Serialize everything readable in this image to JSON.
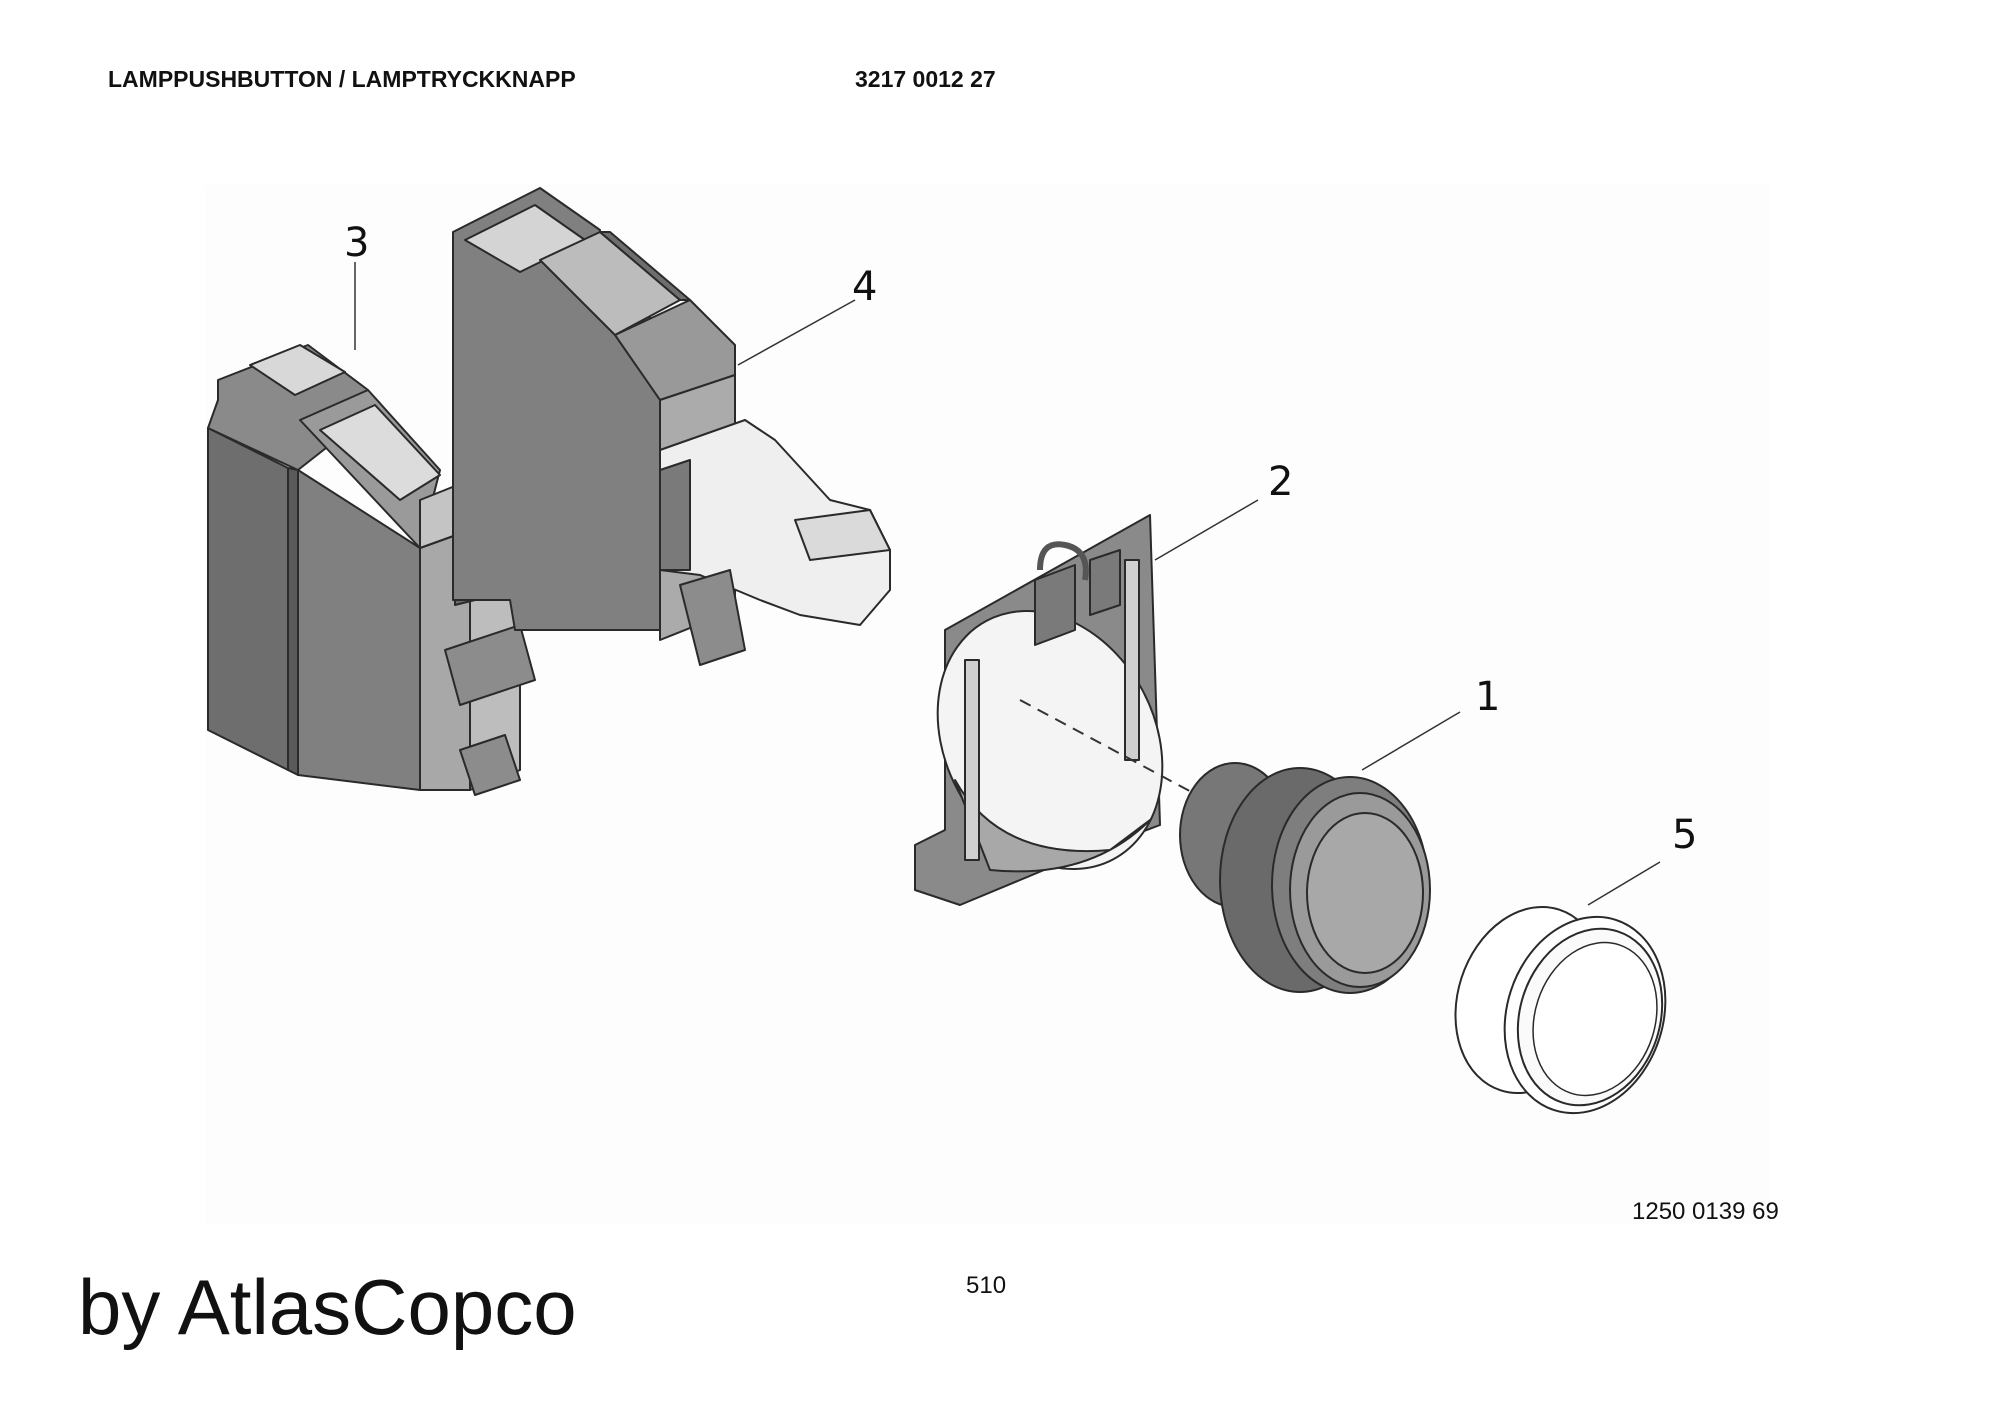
{
  "header": {
    "title": "LAMPPUSHBUTTON / LAMPTRYCKKNAPP",
    "part_number": "3217 0012 27"
  },
  "diagram": {
    "callouts": [
      "1",
      "2",
      "3",
      "4",
      "5"
    ],
    "figure_id": "1250 0139 69"
  },
  "footer": {
    "page_number": "510",
    "brand": "by AtlasCopco"
  },
  "colors": {
    "background": "#fdfdfd",
    "dark_part": "#7b7b7b",
    "mid_part": "#9c9c9c",
    "light_part": "#e9e9e9",
    "outline": "#2a2a2a"
  }
}
